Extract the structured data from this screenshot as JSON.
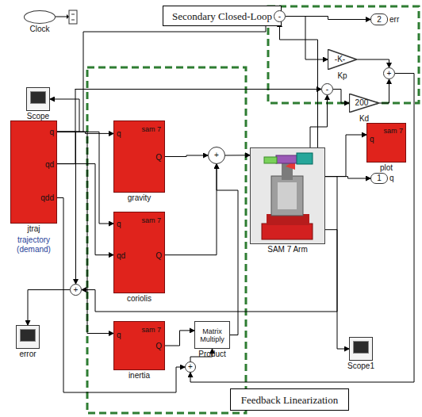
{
  "diagram": {
    "nodes": [
      {
        "text": [
          "Secondary Closed-Loop"
        ]
      },
      {
        "text": [
          "Clock"
        ]
      },
      {
        "text": [
          "-"
        ]
      },
      {
        "text": [
          "2",
          "err"
        ]
      },
      {
        "text": [
          "-K-",
          "Kp"
        ]
      },
      {
        "text": [
          "+"
        ]
      },
      {
        "text": [
          "-"
        ]
      },
      {
        "text": [
          "200",
          "Kd"
        ]
      },
      {
        "text": [
          "Scope"
        ]
      },
      {
        "text": [
          "q",
          "qd",
          "qdd",
          "jtraj",
          "trajectory (demand)"
        ]
      },
      {
        "text": [
          "sam 7",
          "q",
          "Q",
          "gravity"
        ]
      },
      {
        "text": [
          "+"
        ]
      },
      {
        "text": [
          "SAM 7 Arm"
        ]
      },
      {
        "text": [
          "q",
          "sam 7",
          "plot"
        ]
      },
      {
        "text": [
          "1",
          "q"
        ]
      },
      {
        "text": [
          "sam 7",
          "q",
          "qd",
          "Q",
          "coriolis"
        ]
      },
      {
        "text": [
          "+"
        ]
      },
      {
        "text": [
          "error"
        ]
      },
      {
        "text": [
          "sam 7",
          "q",
          "Q",
          "inertia"
        ]
      },
      {
        "text": [
          "Matrix Multiply",
          "Product"
        ]
      },
      {
        "text": [
          "+"
        ]
      },
      {
        "text": [
          "Scope1"
        ]
      },
      {
        "text": [
          "Feedback Linearization"
        ]
      }
    ],
    "edges": [
      {
        "from": 9,
        "to": 10,
        "arrow": "to"
      },
      {
        "from": 9,
        "to": 15,
        "arrow": "to"
      },
      {
        "from": 9,
        "to": 15,
        "arrow": "to"
      },
      {
        "from": 9,
        "to": 18,
        "arrow": "to"
      },
      {
        "from": 9,
        "to": 2,
        "arrow": "to"
      },
      {
        "from": 9,
        "to": 8,
        "arrow": "to"
      },
      {
        "from": 10,
        "to": 11,
        "arrow": "to"
      },
      {
        "from": 15,
        "to": 11,
        "arrow": "to"
      },
      {
        "from": 11,
        "to": 12,
        "arrow": "to"
      },
      {
        "from": 19,
        "to": 11,
        "arrow": "to"
      },
      {
        "from": 18,
        "to": 19,
        "arrow": "to"
      },
      {
        "from": 20,
        "to": 19,
        "arrow": "to"
      },
      {
        "from": 5,
        "to": 20,
        "arrow": "to"
      },
      {
        "from": 2,
        "to": 3,
        "arrow": "to"
      },
      {
        "from": 2,
        "to": 4,
        "arrow": "to"
      },
      {
        "from": 4,
        "to": 5,
        "arrow": "to"
      },
      {
        "from": 6,
        "to": 7,
        "arrow": "to"
      },
      {
        "from": 7,
        "to": 5,
        "arrow": "to"
      },
      {
        "from": 9,
        "to": 6,
        "arrow": "to"
      },
      {
        "from": 12,
        "to": 6,
        "arrow": "to"
      },
      {
        "from": 12,
        "to": 2,
        "arrow": "to"
      },
      {
        "from": 12,
        "to": 13,
        "arrow": "to"
      },
      {
        "from": 12,
        "to": 14,
        "arrow": "to"
      },
      {
        "from": 12,
        "to": 21,
        "arrow": "to"
      },
      {
        "from": 12,
        "to": 16,
        "arrow": "to"
      },
      {
        "from": 9,
        "to": 16,
        "arrow": "to"
      },
      {
        "from": 9,
        "to": 20,
        "arrow": "to"
      },
      {
        "from": 16,
        "to": 17,
        "arrow": "to"
      }
    ]
  }
}
